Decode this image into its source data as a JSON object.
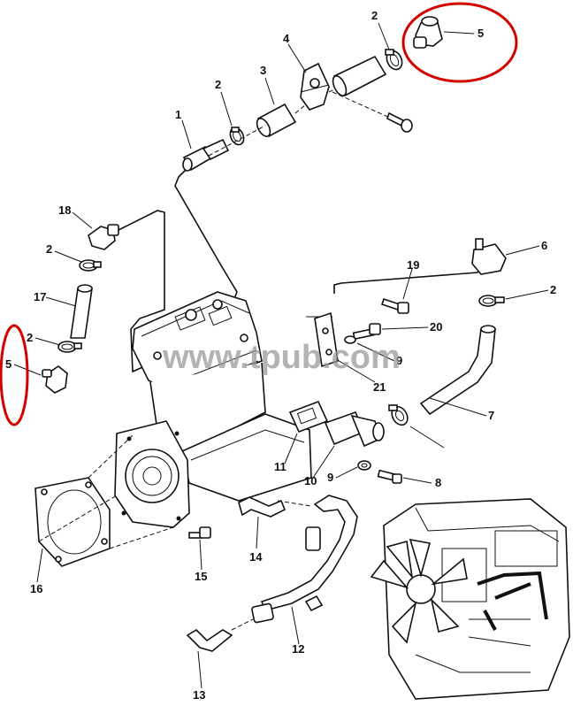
{
  "watermark": "www.tpub.com",
  "callouts": [
    "1",
    "2",
    "2",
    "2",
    "2",
    "2",
    "3",
    "4",
    "5",
    "5",
    "6",
    "7",
    "8",
    "9",
    "9",
    "10",
    "11",
    "12",
    "13",
    "14",
    "15",
    "16",
    "17",
    "18",
    "19",
    "20",
    "21"
  ],
  "colors": {
    "ink": "#111111",
    "highlight": "#d40000",
    "watermark": "#9a9a9a",
    "background": "#ffffff"
  }
}
